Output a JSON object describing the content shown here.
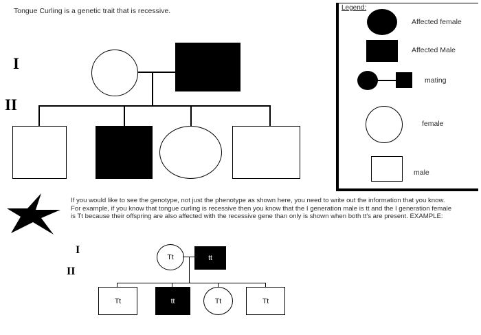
{
  "intro": {
    "text": "Tongue Curling is a genetic trait that is recessive."
  },
  "generations": {
    "gen1": "I",
    "gen2": "II",
    "example_gen1": "I",
    "example_gen2": "II"
  },
  "main_pedigree": {
    "generation_1": [
      {
        "id": "mother",
        "shape": "circle",
        "affected": false,
        "sex": "female"
      },
      {
        "id": "father",
        "shape": "square",
        "affected": true,
        "sex": "male"
      }
    ],
    "generation_2": [
      {
        "id": "child-1",
        "shape": "square",
        "affected": false,
        "sex": "male"
      },
      {
        "id": "child-2",
        "shape": "square",
        "affected": true,
        "sex": "male"
      },
      {
        "id": "child-3",
        "shape": "circle",
        "affected": false,
        "sex": "female"
      },
      {
        "id": "child-4",
        "shape": "square",
        "affected": false,
        "sex": "male"
      }
    ]
  },
  "legend": {
    "title": "Legend:",
    "items": [
      {
        "key": "affected-female",
        "label": "Affected female",
        "shape": "circle",
        "affected": true
      },
      {
        "key": "affected-male",
        "label": "Affected Male",
        "shape": "square",
        "affected": true
      },
      {
        "key": "mating",
        "label": "mating",
        "shape": "mating-pair",
        "affected": true
      },
      {
        "key": "female",
        "label": "female",
        "shape": "circle",
        "affected": false
      },
      {
        "key": "male",
        "label": "male",
        "shape": "square",
        "affected": false
      }
    ]
  },
  "star": {
    "name": "star-bullet",
    "color": "#000000"
  },
  "body": {
    "paragraph": "If you would like to see the genotype, not just the phenotype as shown here, you need to write out the information that you know. For example, if you know that tongue curling is recessive then you know that the I generation male is tt and the I generation female is Tt because their offspring are also affected with the recessive gene than only is shown when both tt's are present. EXAMPLE:"
  },
  "example_pedigree": {
    "generation_1": [
      {
        "id": "ex-mother",
        "shape": "circle",
        "affected": false,
        "sex": "female",
        "genotype": "Tt"
      },
      {
        "id": "ex-father",
        "shape": "square",
        "affected": true,
        "sex": "male",
        "genotype": "tt"
      }
    ],
    "generation_2": [
      {
        "id": "ex-child-1",
        "shape": "square",
        "affected": false,
        "sex": "male",
        "genotype": "Tt"
      },
      {
        "id": "ex-child-2",
        "shape": "square",
        "affected": true,
        "sex": "male",
        "genotype": "tt"
      },
      {
        "id": "ex-child-3",
        "shape": "circle",
        "affected": false,
        "sex": "female",
        "genotype": "Tt"
      },
      {
        "id": "ex-child-4",
        "shape": "square",
        "affected": false,
        "sex": "male",
        "genotype": "Tt"
      }
    ]
  },
  "colors": {
    "affected": "#000000",
    "unaffected": "#ffffff",
    "stroke": "#000000",
    "text": "#2b2b2b",
    "background": "#ffffff"
  }
}
